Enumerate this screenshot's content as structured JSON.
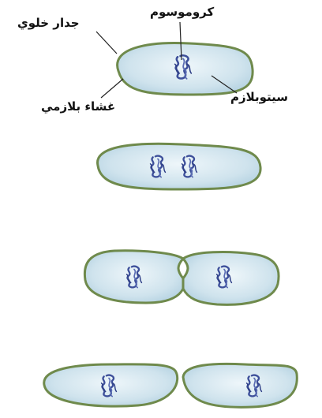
{
  "labels": {
    "cell_wall": "جدار خلوي",
    "chromosome": "كروموسوم",
    "plasma_membrane": "غشاء بلازمي",
    "cytoplasm": "سيتوبلازم"
  },
  "colors": {
    "cell_wall": "#6f8a4c",
    "cytoplasm_outer": "#cfe3ed",
    "cytoplasm_inner": "#b6d3e2",
    "chromosome": "#3d4f9a",
    "leader_line": "#222222",
    "label_text": "#111111"
  },
  "stages": [
    {
      "stage": 1,
      "cells": 1,
      "chromosome_copies": 1
    },
    {
      "stage": 2,
      "cells": 1,
      "chromosome_copies": 2
    },
    {
      "stage": 3,
      "cells": 2,
      "chromosome_copies": 2,
      "pinching": true
    },
    {
      "stage": 4,
      "cells": 2,
      "chromosome_copies": 2,
      "separated": true
    }
  ]
}
